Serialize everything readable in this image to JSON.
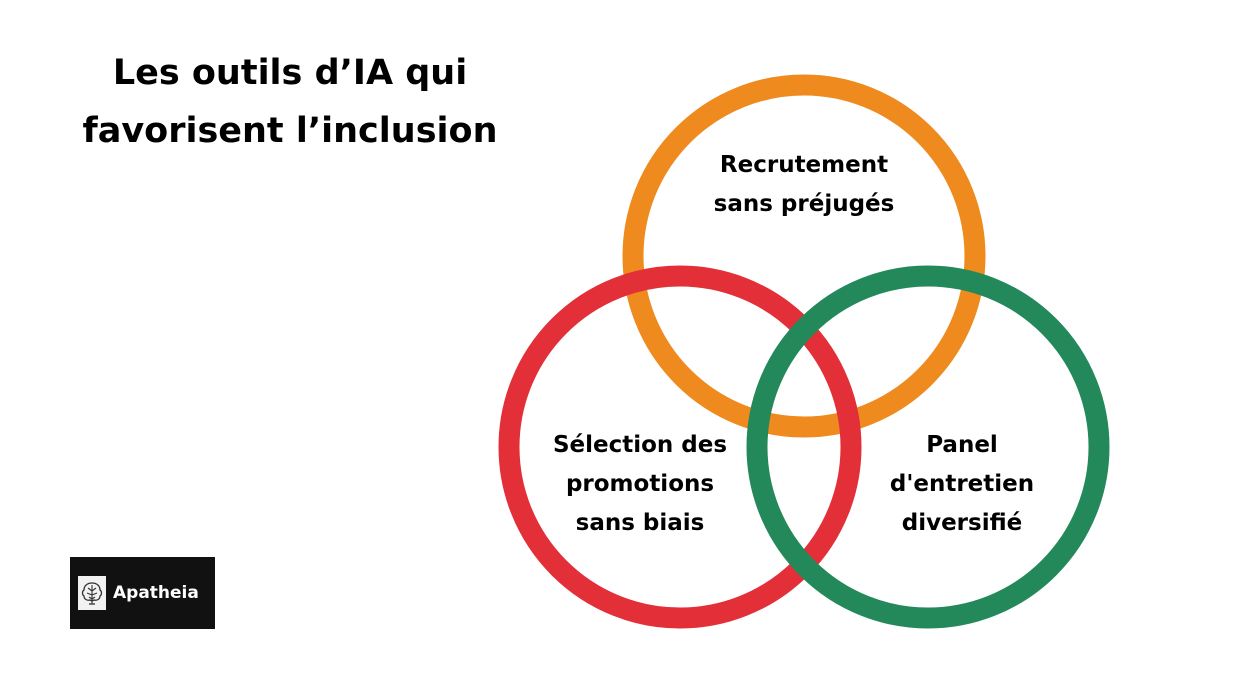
{
  "title": {
    "line1": "Les outils d’IA qui",
    "line2": "favorisent l’inclusion"
  },
  "venn": {
    "top": {
      "lines": [
        "Recrutement",
        "sans préjugés"
      ],
      "color": "#EE8A1E"
    },
    "left": {
      "lines": [
        "Sélection des",
        "promotions",
        "sans biais"
      ],
      "color": "#E32F37"
    },
    "right": {
      "lines": [
        "Panel",
        "d'entretien",
        "diversifié"
      ],
      "color": "#23895A"
    }
  },
  "logo": {
    "text": "Apatheia",
    "icon": "brain-tree-icon"
  }
}
